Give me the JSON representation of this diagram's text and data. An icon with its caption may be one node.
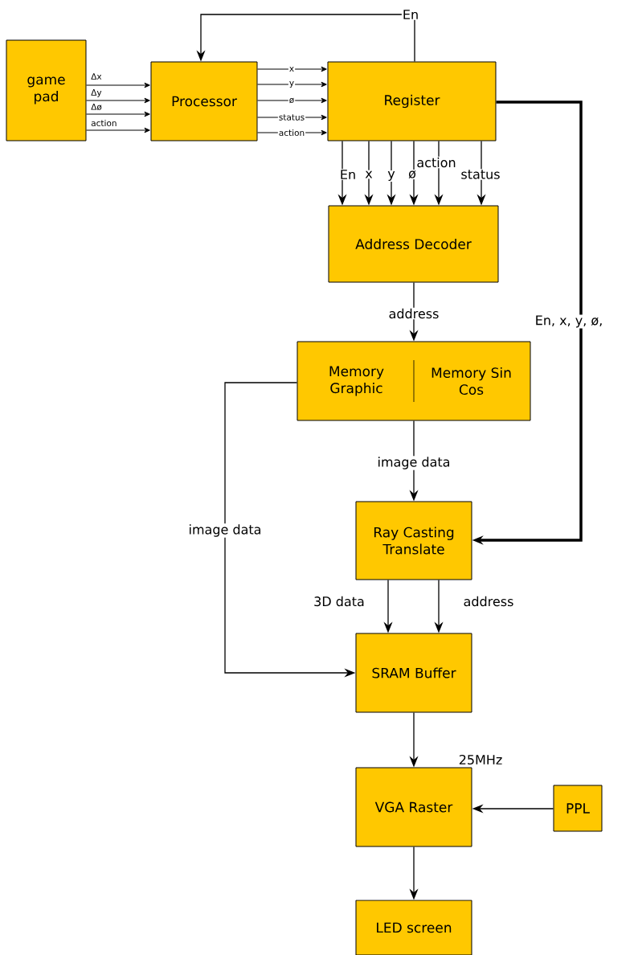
{
  "diagram": {
    "nodes": [
      {
        "text": [
          "game pad"
        ]
      },
      {
        "text": [
          "Processor"
        ]
      },
      {
        "text": [
          "Register"
        ]
      },
      {
        "text": [
          "Address Decoder"
        ]
      },
      {
        "text": [
          "Memory Graphic",
          "Memory Sin Cos"
        ]
      },
      {
        "text": [
          "Ray Casting Translate"
        ]
      },
      {
        "text": [
          "SRAM Buffer"
        ]
      },
      {
        "text": [
          "VGA Raster"
        ]
      },
      {
        "text": [
          "PPL"
        ]
      },
      {
        "text": [
          "LED screen"
        ]
      }
    ],
    "edges": [
      {
        "from": 0,
        "to": 1,
        "arrow": "to",
        "label": "Δx"
      },
      {
        "from": 0,
        "to": 1,
        "arrow": "to",
        "label": "Δy"
      },
      {
        "from": 0,
        "to": 1,
        "arrow": "to",
        "label": "Δø"
      },
      {
        "from": 0,
        "to": 1,
        "arrow": "to",
        "label": "action"
      },
      {
        "from": 1,
        "to": 2,
        "arrow": "to",
        "label": "x"
      },
      {
        "from": 1,
        "to": 2,
        "arrow": "to",
        "label": "y"
      },
      {
        "from": 1,
        "to": 2,
        "arrow": "to",
        "label": "ø"
      },
      {
        "from": 1,
        "to": 2,
        "arrow": "to",
        "label": "status"
      },
      {
        "from": 1,
        "to": 2,
        "arrow": "to",
        "label": "action"
      },
      {
        "from": 2,
        "to": 1,
        "arrow": "to",
        "label": "En"
      },
      {
        "from": 2,
        "to": 3,
        "arrow": "to",
        "label": "En"
      },
      {
        "from": 2,
        "to": 3,
        "arrow": "to",
        "label": "x"
      },
      {
        "from": 2,
        "to": 3,
        "arrow": "to",
        "label": "y"
      },
      {
        "from": 2,
        "to": 3,
        "arrow": "to",
        "label": "ø"
      },
      {
        "from": 2,
        "to": 3,
        "arrow": "to",
        "label": "action"
      },
      {
        "from": 2,
        "to": 3,
        "arrow": "to",
        "label": "status"
      },
      {
        "from": 3,
        "to": 4,
        "arrow": "to",
        "label": "address"
      },
      {
        "from": 2,
        "to": 5,
        "arrow": "to",
        "label": "En, x, y, ø,",
        "style": "thick"
      },
      {
        "from": 4,
        "to": 5,
        "arrow": "to",
        "label": "image data"
      },
      {
        "from": 4,
        "to": 6,
        "arrow": "to",
        "label": "image data"
      },
      {
        "from": 5,
        "to": 6,
        "arrow": "to",
        "label": "3D data"
      },
      {
        "from": 5,
        "to": 6,
        "arrow": "to",
        "label": "address"
      },
      {
        "from": 6,
        "to": 7,
        "arrow": "to"
      },
      {
        "from": 8,
        "to": 7,
        "arrow": "to"
      },
      {
        "from": 7,
        "to": 9,
        "arrow": "to"
      }
    ],
    "labels": [
      "25MHz"
    ]
  }
}
